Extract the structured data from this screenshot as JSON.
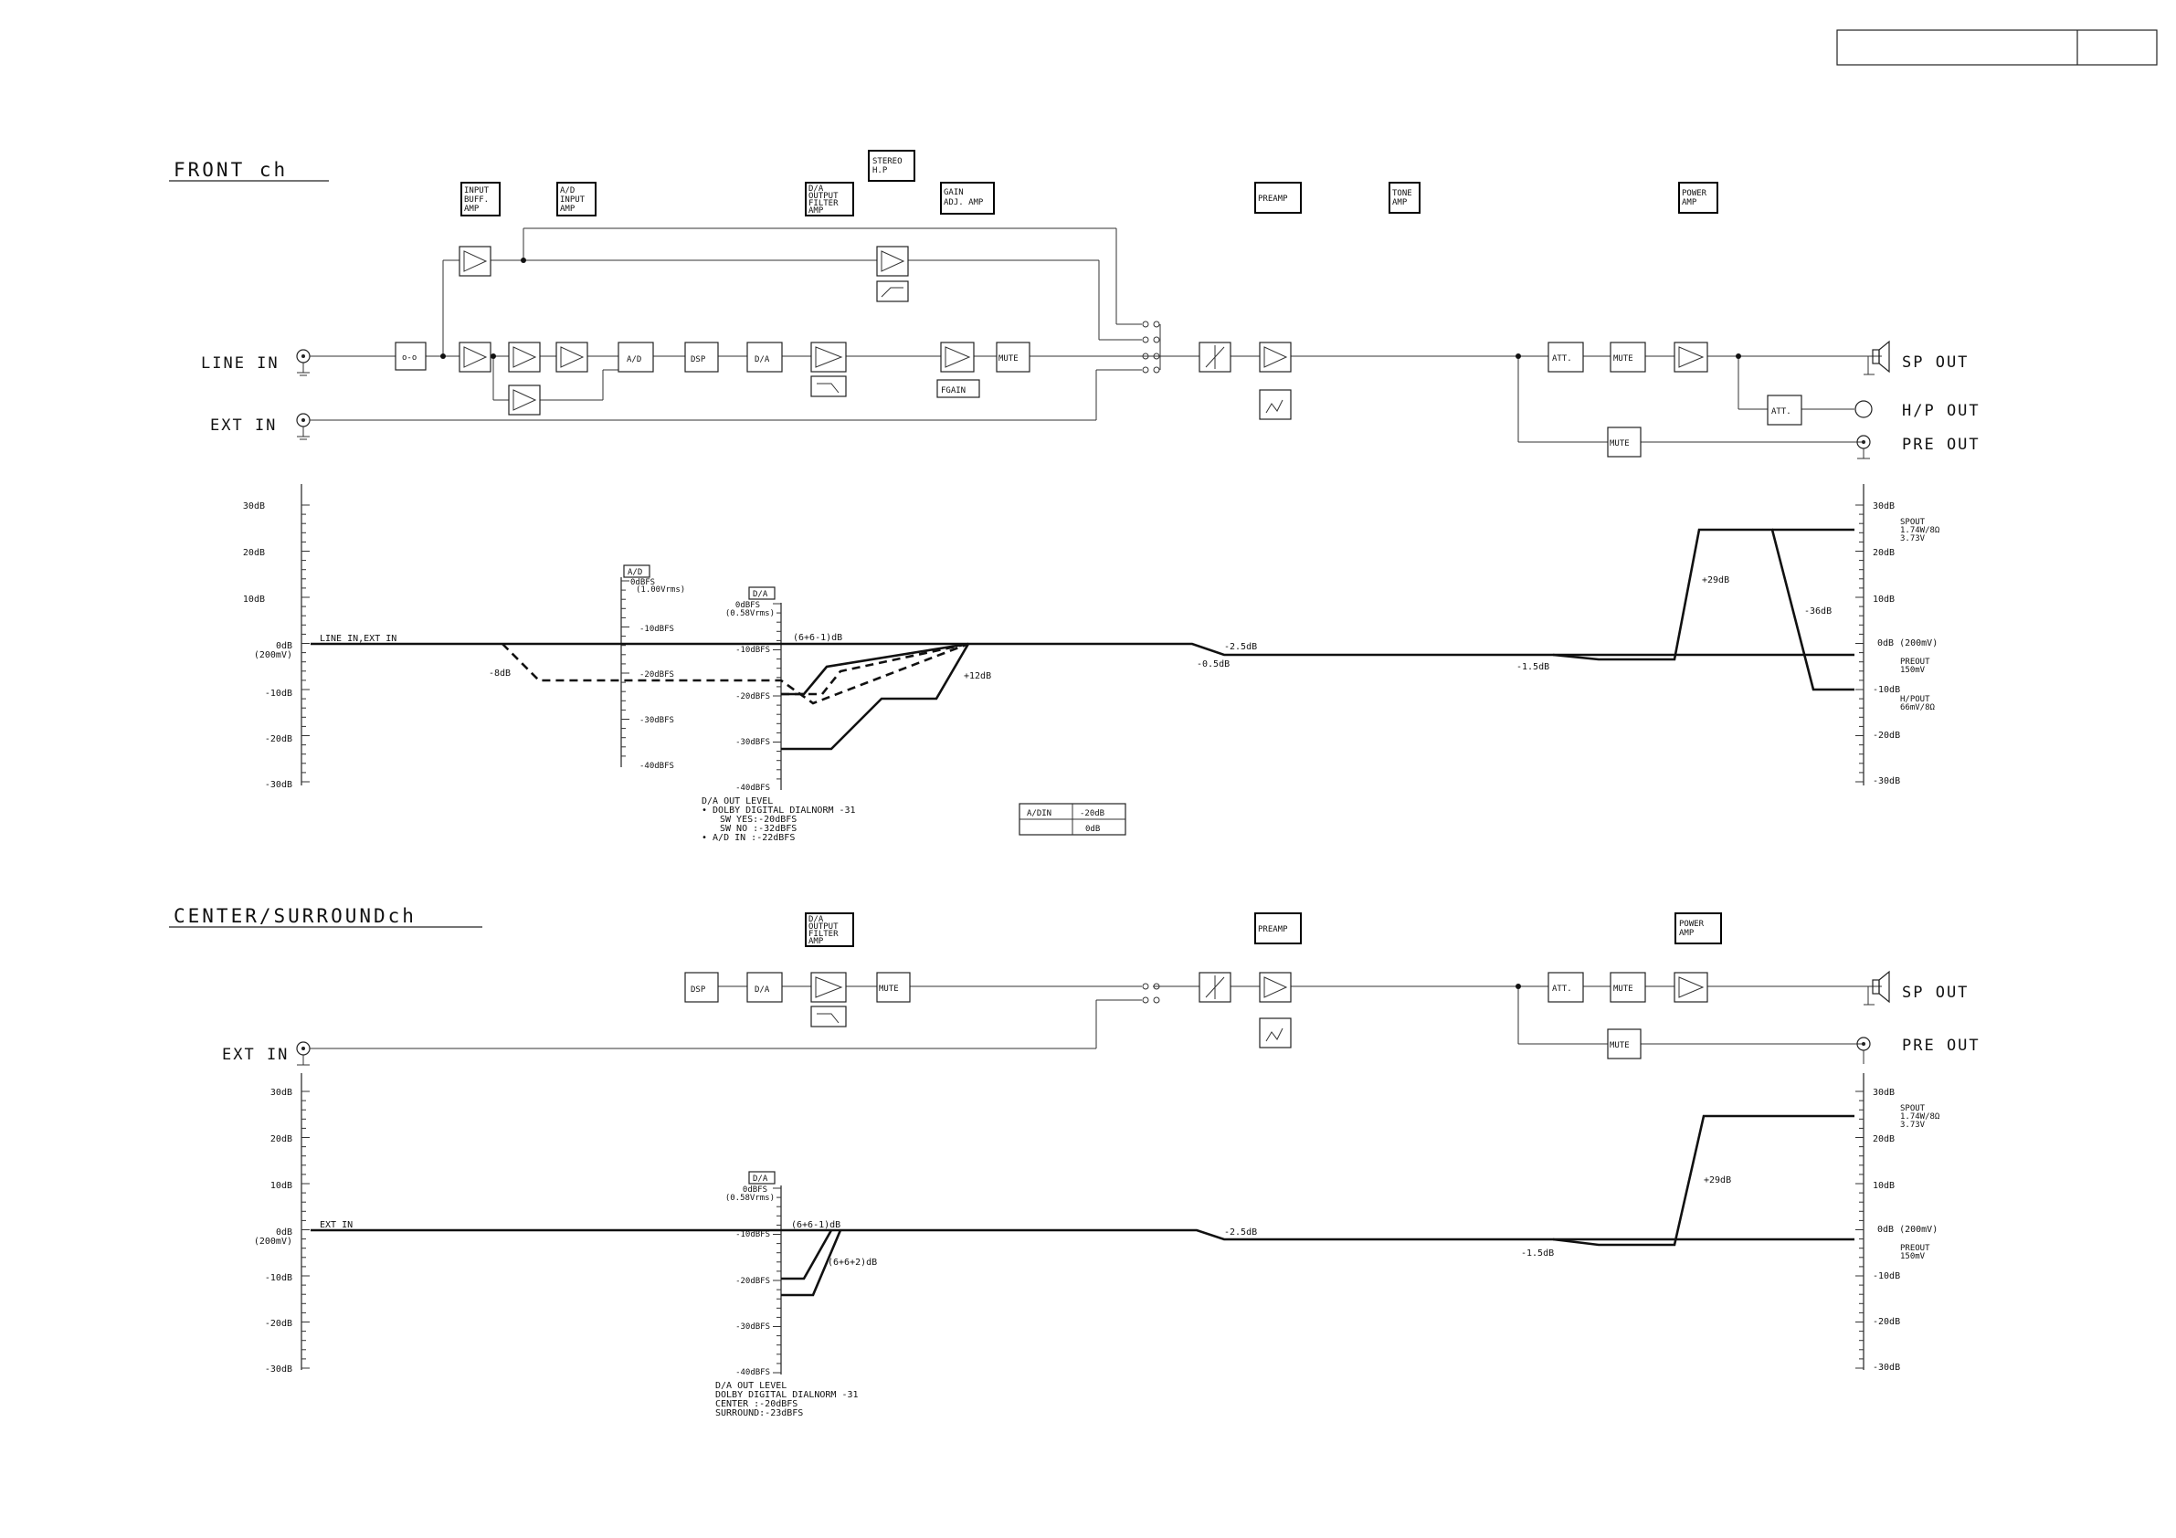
{
  "front": {
    "title": "FRONT ch",
    "labels": {
      "input_buff": [
        "INPUT",
        "BUFF.",
        "AMP"
      ],
      "ad_input": [
        "A/D",
        "INPUT",
        "AMP"
      ],
      "da_filter": [
        "D/A",
        "OUTPUT",
        "FILTER",
        "AMP"
      ],
      "stereo_hp": [
        "STEREO",
        "H.P"
      ],
      "gain_adj": [
        "GAIN",
        "ADJ. AMP"
      ],
      "preamp": "PREAMP",
      "tone": [
        "TONE",
        "AMP"
      ],
      "power": [
        "POWER",
        "AMP"
      ]
    },
    "io": {
      "line_in": "LINE IN",
      "ext_in": "EXT IN",
      "sp_out": "SP OUT",
      "hp_out": "H/P OUT",
      "pre_out": "PRE OUT"
    },
    "blocks": {
      "ad": "A/D",
      "dsp": "DSP",
      "da": "D/A",
      "mute": "MUTE",
      "fgain": "FGAIN",
      "att": "ATT."
    },
    "left_axis": [
      "30dB",
      "20dB",
      "10dB",
      "0dB",
      "(200mV)",
      "-10dB",
      "-20dB",
      "-30dB"
    ],
    "ad_axis": {
      "name": "A/D",
      "ticks": [
        "0dBFS",
        "(1.00Vrms)",
        "-10dBFS",
        "-20dBFS",
        "-30dBFS",
        "-40dBFS"
      ]
    },
    "da_axis": {
      "name": "D/A",
      "ticks": [
        "0dBFS",
        "(0.58Vrms)",
        "-10dBFS",
        "-20dBFS",
        "-30dBFS",
        "-40dBFS"
      ]
    },
    "right_axis": [
      "30dB",
      "20dB",
      "10dB",
      "0dB (200mV)",
      "-10dB",
      "-20dB",
      "-30dB"
    ],
    "annotations": {
      "line_ext": "LINE IN,EXT IN",
      "minus8": "-8dB",
      "formula": "(6+6-1)dB",
      "plus12": "+12dB",
      "minus2_5": "-2.5dB",
      "minus0_5": "-0.5dB",
      "minus1_5": "-1.5dB",
      "plus29": "+29dB",
      "minus36": "-36dB",
      "spout": [
        "SPOUT",
        "1.74W/8Ω",
        "3.73V"
      ],
      "preout": [
        "PREOUT",
        "150mV"
      ],
      "hpout": [
        "H/POUT",
        "66mV/8Ω"
      ]
    },
    "notes": [
      "D/A OUT LEVEL",
      "• DOLBY DIGITAL DIALNORM -31",
      "SW YES:-20dBFS",
      "SW NO :-32dBFS",
      "• A/D IN :-22dBFS"
    ],
    "table": {
      "head": "A/DIN",
      "v1": "-20dB",
      "v2": "0dB"
    }
  },
  "center": {
    "title": "CENTER/SURROUNDch",
    "labels": {
      "da_filter": [
        "D/A",
        "OUTPUT",
        "FILTER",
        "AMP"
      ],
      "preamp": "PREAMP",
      "power": [
        "POWER",
        "AMP"
      ]
    },
    "io": {
      "ext_in": "EXT IN",
      "sp_out": "SP OUT",
      "pre_out": "PRE OUT"
    },
    "blocks": {
      "dsp": "DSP",
      "da": "D/A",
      "mute": "MUTE",
      "att": "ATT."
    },
    "left_axis": [
      "30dB",
      "20dB",
      "10dB",
      "0dB",
      "(200mV)",
      "-10dB",
      "-20dB",
      "-30dB"
    ],
    "da_axis": {
      "name": "D/A",
      "ticks": [
        "0dBFS",
        "(0.58Vrms)",
        "-10dBFS",
        "-20dBFS",
        "-30dBFS",
        "-40dBFS"
      ]
    },
    "right_axis": [
      "30dB",
      "20dB",
      "10dB",
      "0dB (200mV)",
      "-10dB",
      "-20dB",
      "-30dB"
    ],
    "annotations": {
      "ext": "EXT IN",
      "formula1": "(6+6-1)dB",
      "formula2": "(6+6+2)dB",
      "minus2_5": "-2.5dB",
      "minus1_5": "-1.5dB",
      "plus29": "+29dB",
      "spout": [
        "SPOUT",
        "1.74W/8Ω",
        "3.73V"
      ],
      "preout": [
        "PREOUT",
        "150mV"
      ]
    },
    "notes": [
      "D/A OUT LEVEL",
      "DOLBY DIGITAL DIALNORM -31",
      "CENTER :-20dBFS",
      "SURROUND:-23dBFS"
    ]
  }
}
